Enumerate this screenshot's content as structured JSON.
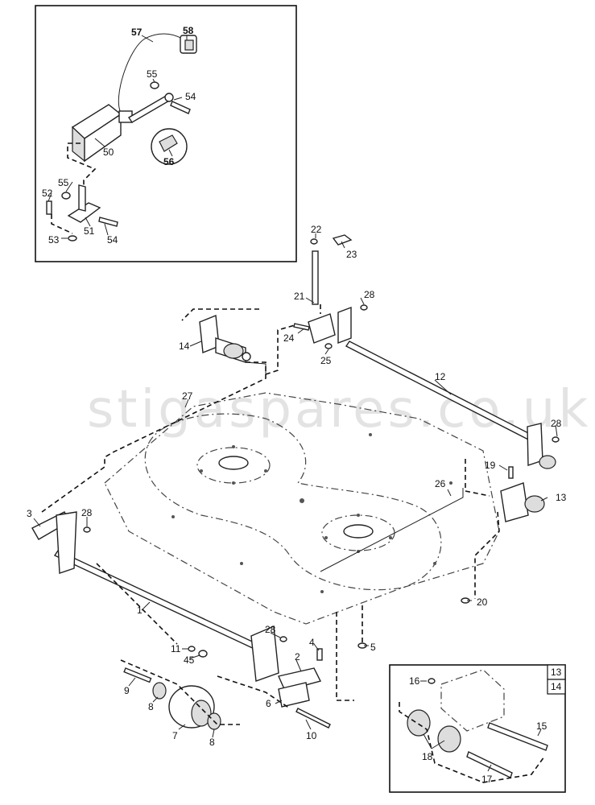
{
  "watermark": "stigaspares.co.uk",
  "callouts": {
    "c1": "1",
    "c2": "2",
    "c3": "3",
    "c4": "4",
    "c5": "5",
    "c6": "6",
    "c7": "7",
    "c8a": "8",
    "c8b": "8",
    "c9": "9",
    "c10": "10",
    "c11": "11",
    "c12": "12",
    "c13": "13",
    "c14": "14",
    "c15": "15",
    "c16": "16",
    "c17": "17",
    "c18": "18",
    "c19": "19",
    "c20": "20",
    "c21": "21",
    "c22": "22",
    "c23": "23",
    "c24": "24",
    "c25": "25",
    "c26": "26",
    "c27": "27",
    "c28a": "28",
    "c28b": "28",
    "c28c": "28",
    "c28d": "28",
    "c45": "45",
    "c50": "50",
    "c51": "51",
    "c52": "52",
    "c53": "53",
    "c54a": "54",
    "c54b": "54",
    "c55a": "55",
    "c55b": "55",
    "c56": "56",
    "c57": "57",
    "c58": "58"
  },
  "inset_bottom_tags": {
    "t13": "13",
    "t14": "14"
  }
}
